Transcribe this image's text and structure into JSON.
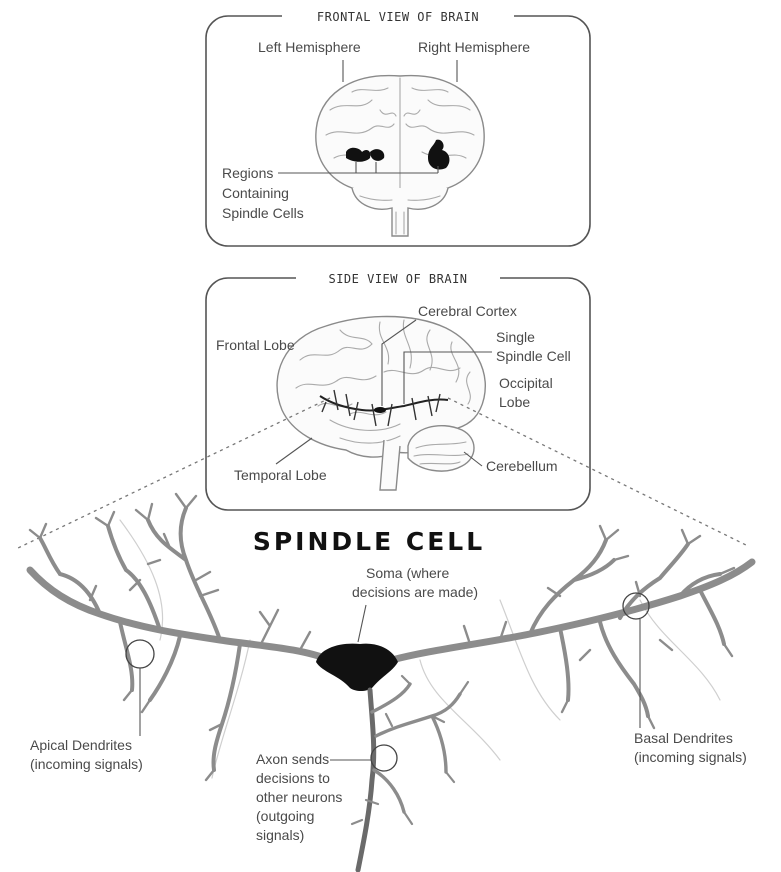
{
  "frontal_view": {
    "heading": "FRONTAL VIEW OF BRAIN",
    "left_hemisphere": "Left Hemisphere",
    "right_hemisphere": "Right Hemisphere",
    "regions_line1": "Regions",
    "regions_line2": "Containing",
    "regions_line3": "Spindle Cells"
  },
  "side_view": {
    "heading": "SIDE VIEW OF BRAIN",
    "cerebral_cortex": "Cerebral Cortex",
    "frontal_lobe": "Frontal Lobe",
    "single_spindle_line1": "Single",
    "single_spindle_line2": "Spindle Cell",
    "occipital_line1": "Occipital",
    "occipital_line2": "Lobe",
    "temporal_lobe": "Temporal Lobe",
    "cerebellum": "Cerebellum"
  },
  "spindle_cell": {
    "title": "SPINDLE CELL",
    "soma_line1": "Soma (where",
    "soma_line2": "decisions are made)",
    "apical_line1": "Apical Dendrites",
    "apical_line2": "(incoming signals)",
    "basal_line1": "Basal Dendrites",
    "basal_line2": "(incoming signals)",
    "axon_line1": "Axon sends",
    "axon_line2": "decisions to",
    "axon_line3": "other neurons",
    "axon_line4": "(outgoing",
    "axon_line5": "signals)"
  }
}
